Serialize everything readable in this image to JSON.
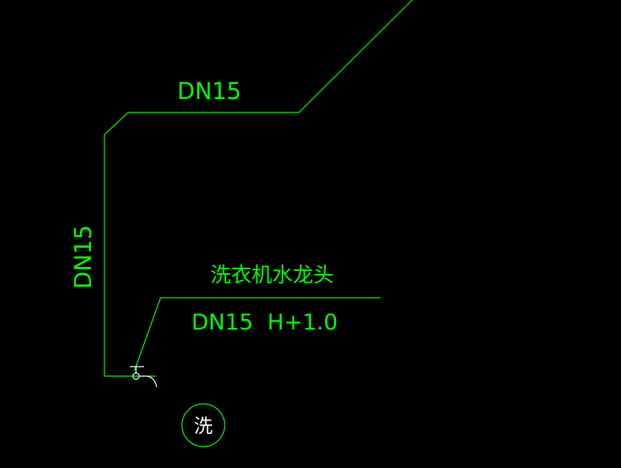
{
  "colors": {
    "background": "#000000",
    "pipe": "#00ff00",
    "symbol": "#ffffff"
  },
  "labels": {
    "top_pipe": "DN15",
    "vertical_pipe": "DN15",
    "leader_title": "洗衣机水龙头",
    "leader_spec": "DN15  H+1.0",
    "fixture_tag": "洗"
  }
}
